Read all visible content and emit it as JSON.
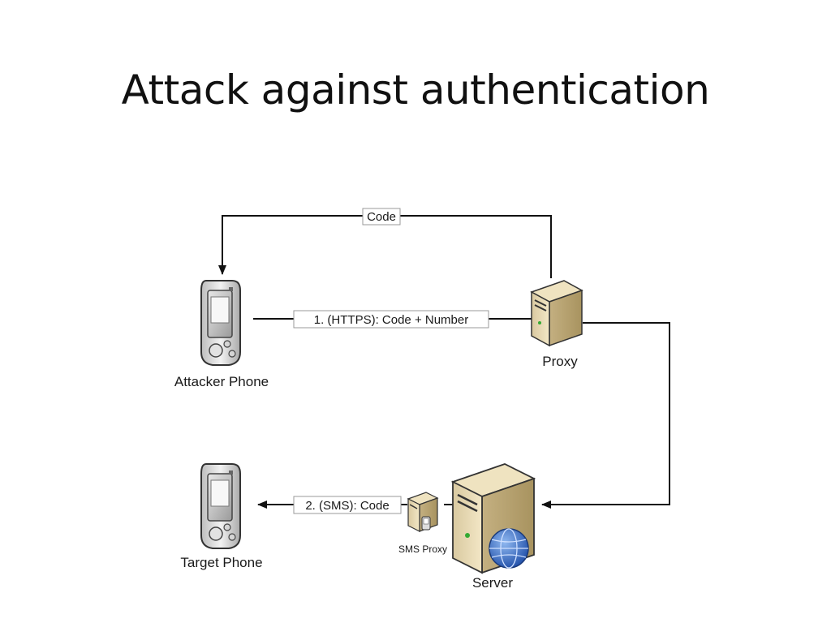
{
  "slide": {
    "title": "Attack against authentication"
  },
  "nodes": {
    "attacker_phone": "Attacker Phone",
    "proxy": "Proxy",
    "target_phone": "Target Phone",
    "sms_proxy": "SMS Proxy",
    "server": "Server"
  },
  "edges": {
    "code_return": "Code",
    "https": "1. (HTTPS): Code + Number",
    "sms": "2. (SMS): Code"
  }
}
